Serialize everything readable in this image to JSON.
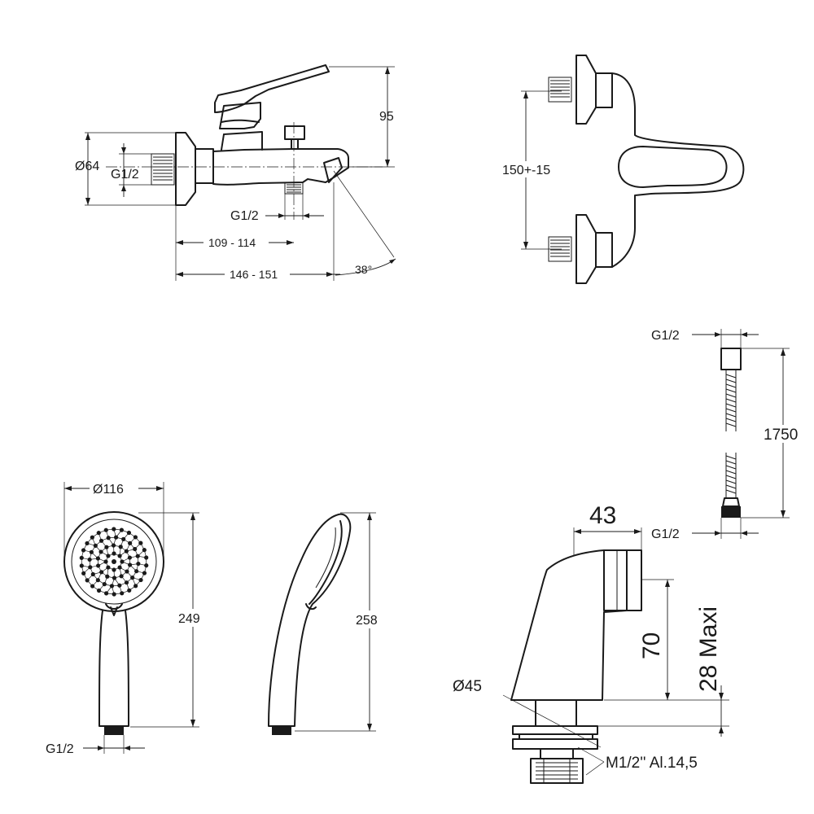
{
  "labels": {
    "mixer_side": {
      "height": "95",
      "diameter": "Ø64",
      "inlet_thread": "G1/2",
      "outlet_thread": "G1/2",
      "reach_short": "109 - 114",
      "reach_long": "146 - 151",
      "angle": "38°"
    },
    "mixer_front": {
      "centers": "150+-15"
    },
    "hose": {
      "top_thread": "G1/2",
      "length": "1750",
      "bottom_thread": "G1/2"
    },
    "hand_shower_front": {
      "diameter": "Ø116",
      "length": "249",
      "thread": "G1/2"
    },
    "hand_shower_side": {
      "length": "258"
    },
    "elbow_outlet": {
      "width": "43",
      "height": "70",
      "max_thickness": "28 Maxi",
      "diameter": "Ø45",
      "thread": "M1/2'' Al.14,5"
    }
  }
}
